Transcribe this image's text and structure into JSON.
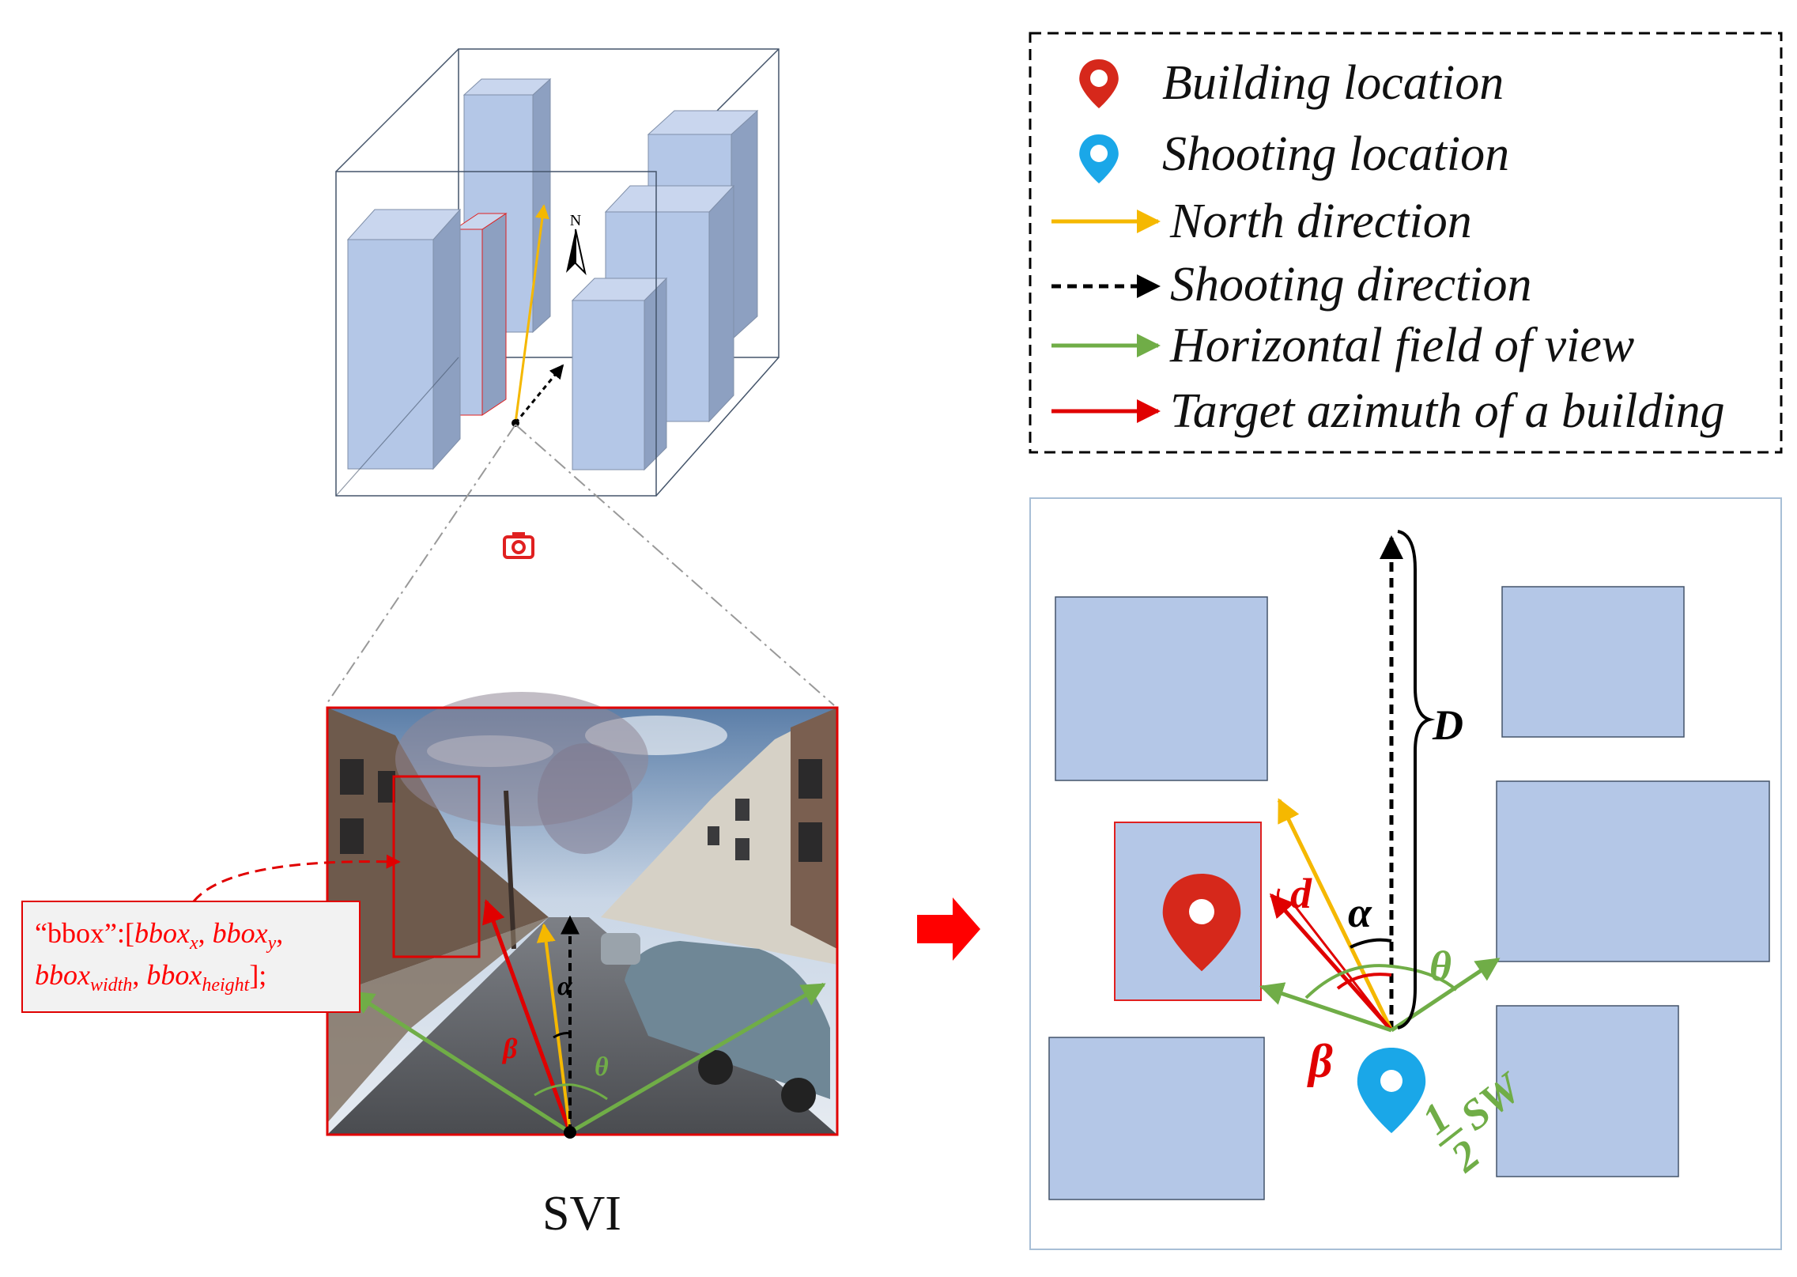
{
  "legend": {
    "items": [
      {
        "label": "Building location",
        "icon": "red-pin-icon"
      },
      {
        "label": "Shooting location",
        "icon": "blue-pin-icon"
      },
      {
        "label": "North direction",
        "icon": "yellow-arrow-icon"
      },
      {
        "label": "Shooting direction",
        "icon": "black-dashed-arrow-icon"
      },
      {
        "label": "Horizontal field of view",
        "icon": "green-arrow-icon"
      },
      {
        "label": "Target azimuth of a building",
        "icon": "red-arrow-icon"
      }
    ]
  },
  "svi_label": "SVI",
  "compass_label": "N",
  "bbox_callout": {
    "prefix": "“bbox”:[",
    "line1_terms": [
      "bbox",
      "x",
      ", ",
      "bbox",
      "y",
      ","
    ],
    "line2_terms": [
      "bbox",
      "width",
      ", ",
      "bbox",
      "height",
      "];"
    ]
  },
  "symbols": {
    "alpha": "α",
    "beta": "β",
    "theta": "θ",
    "d": "d",
    "D": "D",
    "half_num": "1",
    "half_den": "2",
    "sw": "SW"
  },
  "colors": {
    "building": "#b4c7e7",
    "building_edge": "#7f8fa9",
    "red": "#e00000",
    "pin_red": "#d6281b",
    "pin_blue": "#1aa7e8",
    "yellow": "#f5b800",
    "green": "#70ad47",
    "black": "#000000"
  }
}
